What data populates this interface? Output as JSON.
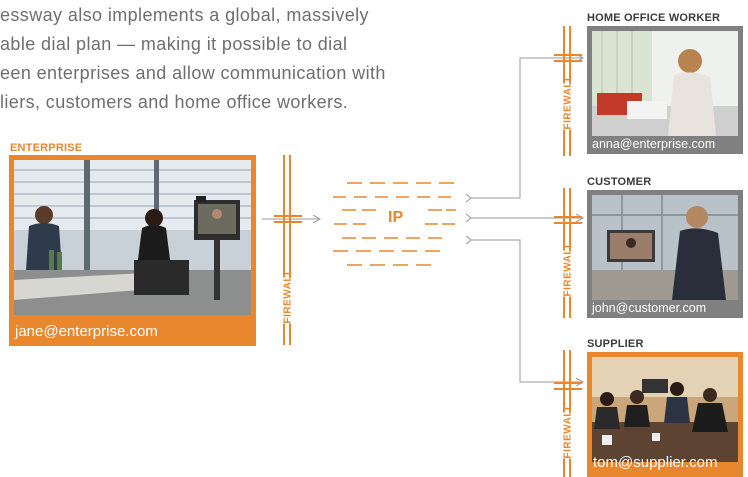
{
  "intro": {
    "line1": "essway also implements a global, massively",
    "line2": "able dial plan — making it possible to dial",
    "line3": "een enterprises and allow communication with",
    "line4": "liers, customers and home office workers."
  },
  "enterprise": {
    "label": "ENTERPRISE",
    "email": "jane@enterprise.com"
  },
  "home_office": {
    "label": "HOME OFFICE WORKER",
    "email": "anna@enterprise.com"
  },
  "customer": {
    "label": "CUSTOMER",
    "email": "john@customer.com"
  },
  "supplier": {
    "label": "SUPPLIER",
    "email": "tom@supplier.com"
  },
  "network": {
    "label": "IP"
  },
  "firewall_label": "FIREWALL",
  "colors": {
    "accent": "#e8872e",
    "frame": "#808080",
    "text": "#6e6e6e"
  }
}
